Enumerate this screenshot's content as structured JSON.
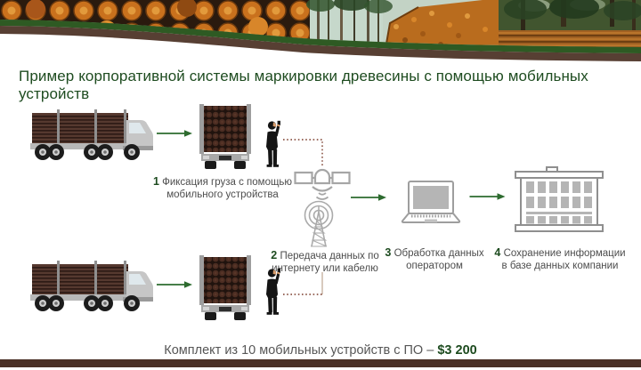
{
  "title": "Пример корпоративной системы маркировки древесины с помощью мобильных устройств",
  "steps": [
    {
      "num": "1",
      "line1": "Фиксация груза с помощью",
      "line2": "мобильного устройства"
    },
    {
      "num": "2",
      "line1": "Передача данных по",
      "line2": "интернету или кабелю"
    },
    {
      "num": "3",
      "line1": "Обработка данных",
      "line2": "оператором"
    },
    {
      "num": "4",
      "line1": "Сохранение информации",
      "line2": "в базе данных компании"
    }
  ],
  "footer": {
    "label": "Комплект из 10 мобильных устройств с ПО – ",
    "price": "$3 200"
  },
  "icons": [
    "logging-truck-icon",
    "log-stack-rear-icon",
    "worker-with-phone-icon",
    "satellite-icon",
    "radio-tower-icon",
    "laptop-icon",
    "company-building-icon",
    "flow-arrow-icon",
    "header-timber-photo"
  ],
  "colors": {
    "title_green": "#1e4c20",
    "accent_green": "#1d4b1f",
    "arrow_green": "#2d6b2f",
    "band_green": "#2e5a23",
    "band_brown": "#573f33",
    "bottom_bar_brown": "#4a3026",
    "connector_dotted": "#7a3c2c",
    "label_gray": "#4d4d4d"
  }
}
